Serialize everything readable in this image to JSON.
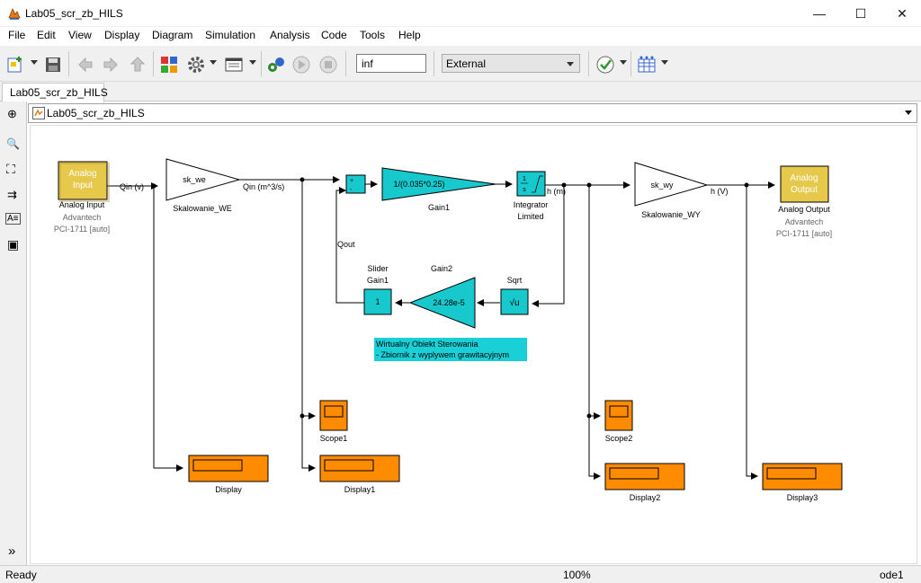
{
  "window": {
    "title": "Lab05_scr_zb_HILS",
    "minimize": "—",
    "maximize": "☐",
    "close": "✕"
  },
  "menu": [
    "File",
    "Edit",
    "View",
    "Display",
    "Diagram",
    "Simulation",
    "Analysis",
    "Code",
    "Tools",
    "Help"
  ],
  "toolbar": {
    "stop_time": "inf",
    "mode": "External"
  },
  "tab": {
    "label": "Lab05_scr_zb_HILS"
  },
  "address": {
    "path": "Lab05_scr_zb_HILS"
  },
  "palette_icons": [
    "expand-icon",
    "zoom-in-icon",
    "fit-view-icon",
    "arrow-icon",
    "annotation-icon",
    "image-icon",
    "collapse-icon"
  ],
  "palette_glyphs": [
    "⊕",
    "🔍",
    "⛶",
    "⇉",
    "A≡",
    "▣",
    "»"
  ],
  "blocks": {
    "analog_input": {
      "text": "Analog\nInput",
      "line1": "Analog Input",
      "line2": "Advantech",
      "line3": "PCI-1711 [auto]"
    },
    "scale_we": {
      "text": "sk_we",
      "label": "Skalowanie_WE"
    },
    "sum": {
      "plus1": "+",
      "plus2": "+",
      "minus": "-"
    },
    "gain1": {
      "text": "1/(0.035*0.25)",
      "label": "Gain1"
    },
    "integrator": {
      "num": "1",
      "den": "s",
      "label1": "Integrator",
      "label2": "Limited"
    },
    "scale_wy": {
      "text": "sk_wy",
      "label": "Skalowanie_WY"
    },
    "analog_output": {
      "text": "Analog\nOutput",
      "line1": "Analog Output",
      "line2": "Advantech",
      "line3": "PCI-1711 [auto]"
    },
    "slider_gain": {
      "text": "1",
      "label1": "Slider",
      "label2": "Gain1"
    },
    "gain2": {
      "text": "24.28e-5",
      "label": "Gain2"
    },
    "sqrt": {
      "text": "√u",
      "label": "Sqrt"
    },
    "annotation": {
      "line1": "Wirtualny Obiekt Sterowania",
      "line2": "- Zbiornik z wyplywem grawitacyjnym"
    },
    "scope1": {
      "label": "Scope1"
    },
    "scope2": {
      "label": "Scope2"
    },
    "display": {
      "label": "Display"
    },
    "display1": {
      "label": "Display1"
    },
    "display2": {
      "label": "Display2"
    },
    "display3": {
      "label": "Display3"
    }
  },
  "signals": {
    "qin_v": "Qin (v)",
    "qin_m3s": "Qin (m^3/s)",
    "h_m": "h (m)",
    "h_v": "h (V)",
    "qout": "Qout"
  },
  "status": {
    "left": "Ready",
    "zoom": "100%",
    "solver": "ode1"
  },
  "colors": {
    "cyan_block": "#17c9cc",
    "orange_block": "#ff8c00",
    "io_block": "#e6c84a",
    "annotation_bg": "#19d0d6"
  }
}
